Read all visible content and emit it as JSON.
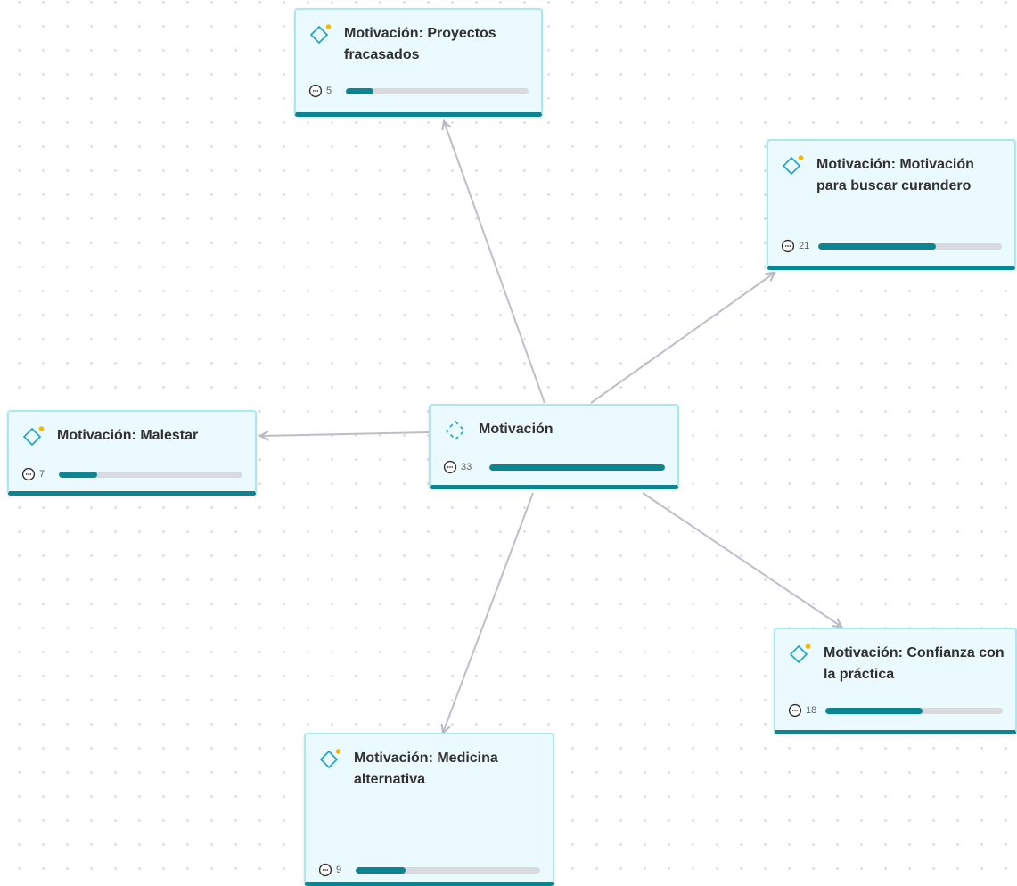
{
  "accent_color": "#0d8591",
  "icons": {
    "child": "diamond-dot-icon",
    "root": "diamond-dashed-icon",
    "count": "quote-bubble-icon"
  },
  "root": {
    "title": "Motivación",
    "count": "33",
    "fill": 1.0
  },
  "children": [
    {
      "key": "proyectos",
      "title": "Motivación: Proyectos fracasados",
      "count": "5",
      "fill": 0.15
    },
    {
      "key": "curandero",
      "title": "Motivación: Motivación para buscar curandero",
      "count": "21",
      "fill": 0.64
    },
    {
      "key": "malestar",
      "title": "Motivación: Malestar",
      "count": "7",
      "fill": 0.21
    },
    {
      "key": "confianza",
      "title": "Motivación: Confianza con la práctica",
      "count": "18",
      "fill": 0.55
    },
    {
      "key": "medicina",
      "title": "Motivación: Medicina alternativa",
      "count": "9",
      "fill": 0.27
    }
  ]
}
